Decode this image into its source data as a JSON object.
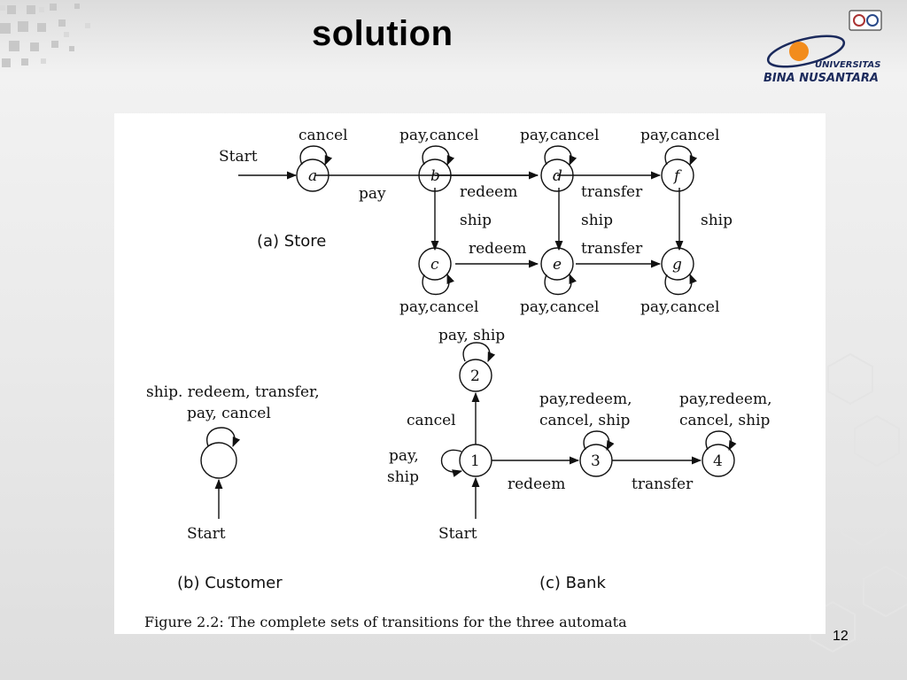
{
  "slide": {
    "title": "solution",
    "page_number": "12",
    "brand": {
      "line1": "UNIVERSITAS",
      "line2": "BINA NUSANTARA",
      "accent_color": "#f28c1c",
      "text_color": "#1b2a5c"
    }
  },
  "diagram": {
    "store": {
      "caption": "(a) Store",
      "start_label": "Start",
      "states": {
        "a": "a",
        "b": "b",
        "c": "c",
        "d": "d",
        "e": "e",
        "f": "f",
        "g": "g"
      },
      "loops": {
        "a": "cancel",
        "b": "pay,cancel",
        "d": "pay,cancel",
        "f": "pay,cancel",
        "c": "pay,cancel",
        "e": "pay,cancel",
        "g": "pay,cancel"
      },
      "edges": {
        "a_b": "pay",
        "b_d": "redeem",
        "d_f": "transfer",
        "b_c": "ship",
        "d_e": "ship",
        "f_g": "ship",
        "c_e": "redeem",
        "e_g": "transfer"
      }
    },
    "customer": {
      "caption": "(b) Customer",
      "start_label": "Start",
      "loop_line1": "ship. redeem, transfer,",
      "loop_line2": "pay, cancel"
    },
    "bank": {
      "caption": "(c) Bank",
      "start_label": "Start",
      "states": {
        "s1": "1",
        "s2": "2",
        "s3": "3",
        "s4": "4"
      },
      "loop_2": "pay, ship",
      "loop_1_line1": "pay,",
      "loop_1_line2": "ship",
      "loop_3_line1": "pay,redeem,",
      "loop_3_line2": "cancel, ship",
      "loop_4_line1": "pay,redeem,",
      "loop_4_line2": "cancel, ship",
      "edge_1_2": "cancel",
      "edge_1_3": "redeem",
      "edge_3_4": "transfer"
    },
    "figure_caption": "Figure 2.2: The complete sets of transitions for the three automata"
  }
}
